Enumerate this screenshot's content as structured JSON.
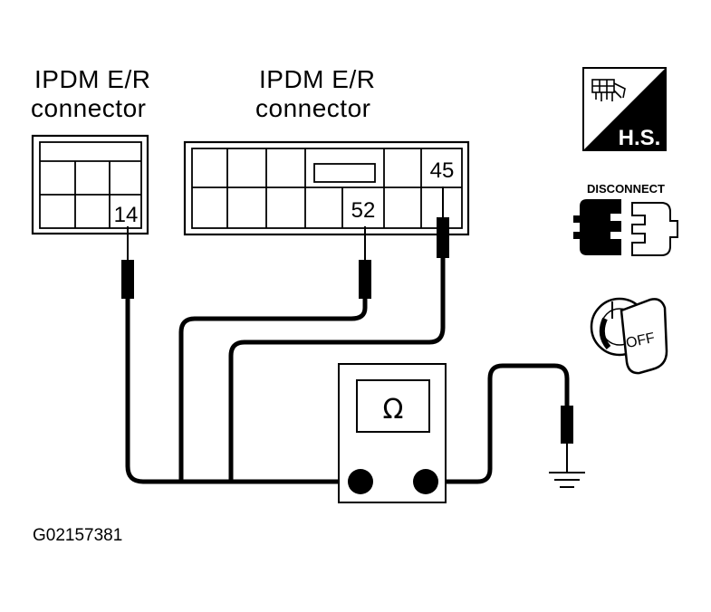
{
  "connectors": [
    {
      "title_line1": "IPDM E/R",
      "title_line2": "connector",
      "pins": [
        "14"
      ]
    },
    {
      "title_line1": "IPDM E/R",
      "title_line2": "connector",
      "pins": [
        "52",
        "45"
      ]
    }
  ],
  "meter": {
    "symbol": "Ω"
  },
  "icons": {
    "hs": {
      "text": "H.S."
    },
    "disconnect": {
      "text": "DISCONNECT"
    },
    "ignition": {
      "text": "OFF"
    }
  },
  "figure_id": "G02157381"
}
